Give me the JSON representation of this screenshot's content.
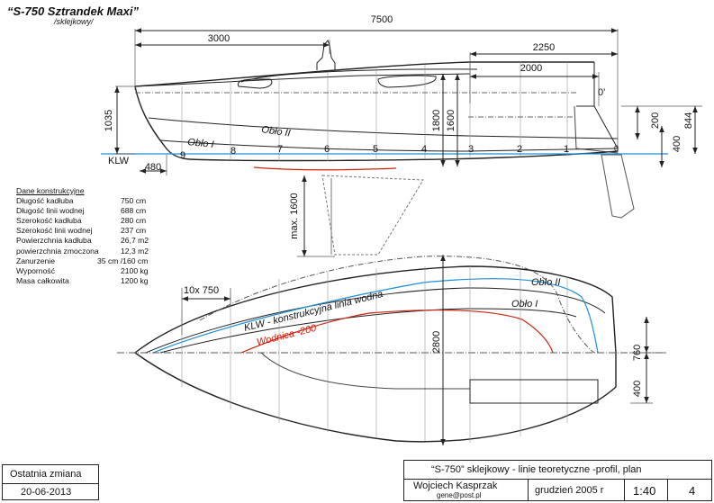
{
  "title": "“S-750 Sztrandek Maxi”",
  "subtitle": "/sklejkowy/",
  "profile": {
    "dims": {
      "overall_length": "7500",
      "d3000": "3000",
      "d2250": "2250",
      "d2000": "2000",
      "d1035": "1035",
      "d1800": "1800",
      "d1600": "1600",
      "d200": "200",
      "d844": "844",
      "d400": "400",
      "d480": "480",
      "max1600": "max. 1600"
    },
    "labels": {
      "klw": "KLW",
      "oblo2": "Obło II",
      "oblo1": "Obło I",
      "zero_prime": "0'",
      "zero": "0"
    },
    "stations": [
      "1",
      "2",
      "3",
      "4",
      "5",
      "6",
      "7",
      "8",
      "9"
    ]
  },
  "specs": {
    "heading": "Dane konstrukcyjne",
    "rows": [
      {
        "label": "Długość kadłuba",
        "value": "750 cm"
      },
      {
        "label": "Długość linii wodnej",
        "value": "688 cm"
      },
      {
        "label": "Szerokość kadłuba",
        "value": "280 cm"
      },
      {
        "label": "Szerokość linii wodnej",
        "value": "237 cm"
      },
      {
        "label": "Powierzchnia kadłuba",
        "value": "26,7 m2"
      },
      {
        "label": "powierzchnia zmoczona",
        "value": "12,3 m2"
      },
      {
        "label": "Zanurzenie",
        "value": "35 cm /160 cm"
      },
      {
        "label": "Wyporność",
        "value": "2100 kg"
      },
      {
        "label": "Masa całkowita",
        "value": "1200 kg"
      }
    ]
  },
  "plan": {
    "dims": {
      "spacing": "10x  750",
      "width": "2800",
      "d760": "760",
      "d400": "400"
    },
    "labels": {
      "klw_line": "KLW - konstrukcyjna linia wodna",
      "wodnica": "Wodnica -200",
      "oblo2": "Obło II",
      "oblo1": "Obło I"
    }
  },
  "footer": {
    "last_change_label": "Ostatnia zmiana",
    "last_change_date": "20-06-2013",
    "drawing_title": "“S-750”  sklejkowy  - linie teoretyczne -profil, plan",
    "author": "Wojciech Kasprzak",
    "email": "gene@post.pl",
    "date": "grudzień  2005 r",
    "scale": "1:40",
    "sheet": "4"
  },
  "colors": {
    "waterline": "#1e90d6",
    "wodnica": "#cc2211",
    "lines": "#222222"
  }
}
